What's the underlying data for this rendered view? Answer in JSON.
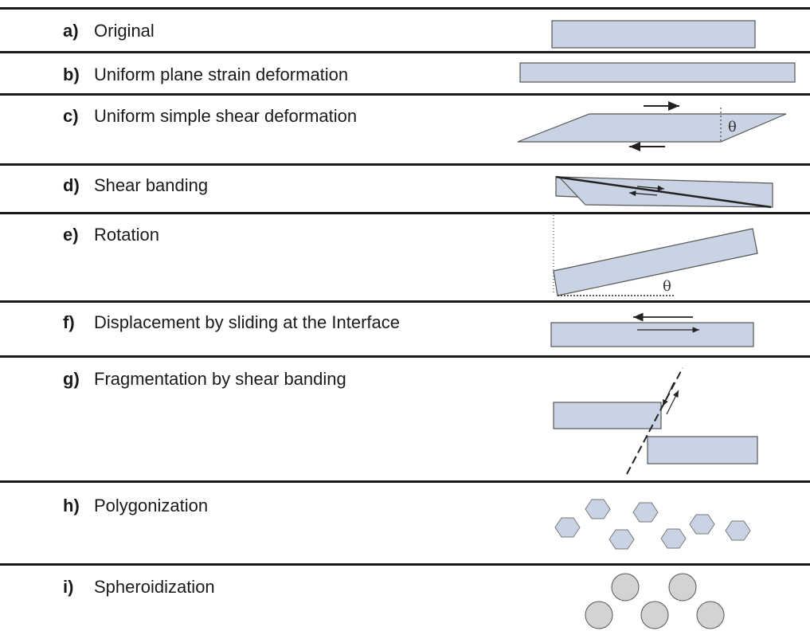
{
  "rows": [
    {
      "letter": "a)",
      "text": "Original"
    },
    {
      "letter": "b)",
      "text": "Uniform plane strain deformation"
    },
    {
      "letter": "c)",
      "text": "Uniform simple shear deformation"
    },
    {
      "letter": "d)",
      "text": "Shear banding"
    },
    {
      "letter": "e)",
      "text": "Rotation"
    },
    {
      "letter": "f)",
      "text": "Displacement by sliding at the Interface"
    },
    {
      "letter": "g)",
      "text": "Fragmentation by shear banding"
    },
    {
      "letter": "h)",
      "text": "Polygonization"
    },
    {
      "letter": "i)",
      "text": "Spheroidization"
    }
  ],
  "figure_labels": {
    "theta": "θ"
  },
  "colors": {
    "fill": "#c9d3e3",
    "rule": "#1a1a1a"
  }
}
